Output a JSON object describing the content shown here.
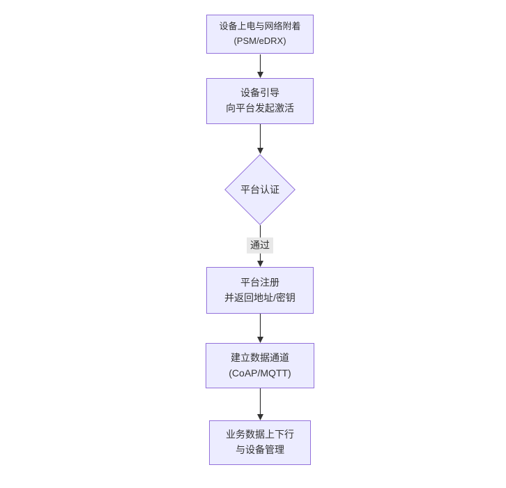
{
  "diagram": {
    "type": "flowchart-top-down",
    "theme": {
      "node_fill": "#ECECFF",
      "node_border": "#9370DB",
      "arrow_color": "#333333",
      "label_bg": "#e8e8e8",
      "text_color": "#333333",
      "canvas_bg": "#ffffff"
    },
    "nodes": [
      {
        "id": "power-on",
        "shape": "rect",
        "lines": [
          "设备上电与网络附着",
          "(PSM/eDRX)"
        ]
      },
      {
        "id": "bootstrap",
        "shape": "rect",
        "lines": [
          "设备引导",
          "向平台发起激活"
        ]
      },
      {
        "id": "auth",
        "shape": "diamond",
        "lines": [
          "平台认证"
        ]
      },
      {
        "id": "register",
        "shape": "rect",
        "lines": [
          "平台注册",
          "并返回地址/密钥"
        ]
      },
      {
        "id": "channel",
        "shape": "rect",
        "lines": [
          "建立数据通道",
          "(CoAP/MQTT)"
        ]
      },
      {
        "id": "business",
        "shape": "rect",
        "lines": [
          "业务数据上下行",
          "与设备管理"
        ]
      }
    ],
    "edges": [
      {
        "from": "power-on",
        "to": "bootstrap",
        "label": ""
      },
      {
        "from": "bootstrap",
        "to": "auth",
        "label": ""
      },
      {
        "from": "auth",
        "to": "register",
        "label": "通过"
      },
      {
        "from": "register",
        "to": "channel",
        "label": ""
      },
      {
        "from": "channel",
        "to": "business",
        "label": ""
      }
    ]
  }
}
